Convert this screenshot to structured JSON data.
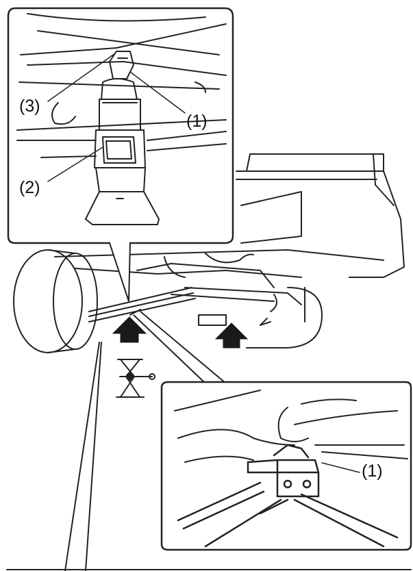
{
  "diagram": {
    "top_inset": {
      "labels": {
        "crossmember": "(3)",
        "jack_saddle": "(1)",
        "jack": "(2)"
      }
    },
    "bottom_inset": {
      "labels": {
        "jack_saddle": "(1)"
      }
    },
    "arrows": {
      "count": 2,
      "color": "#1a1a1a"
    },
    "line_color": "#222222"
  }
}
